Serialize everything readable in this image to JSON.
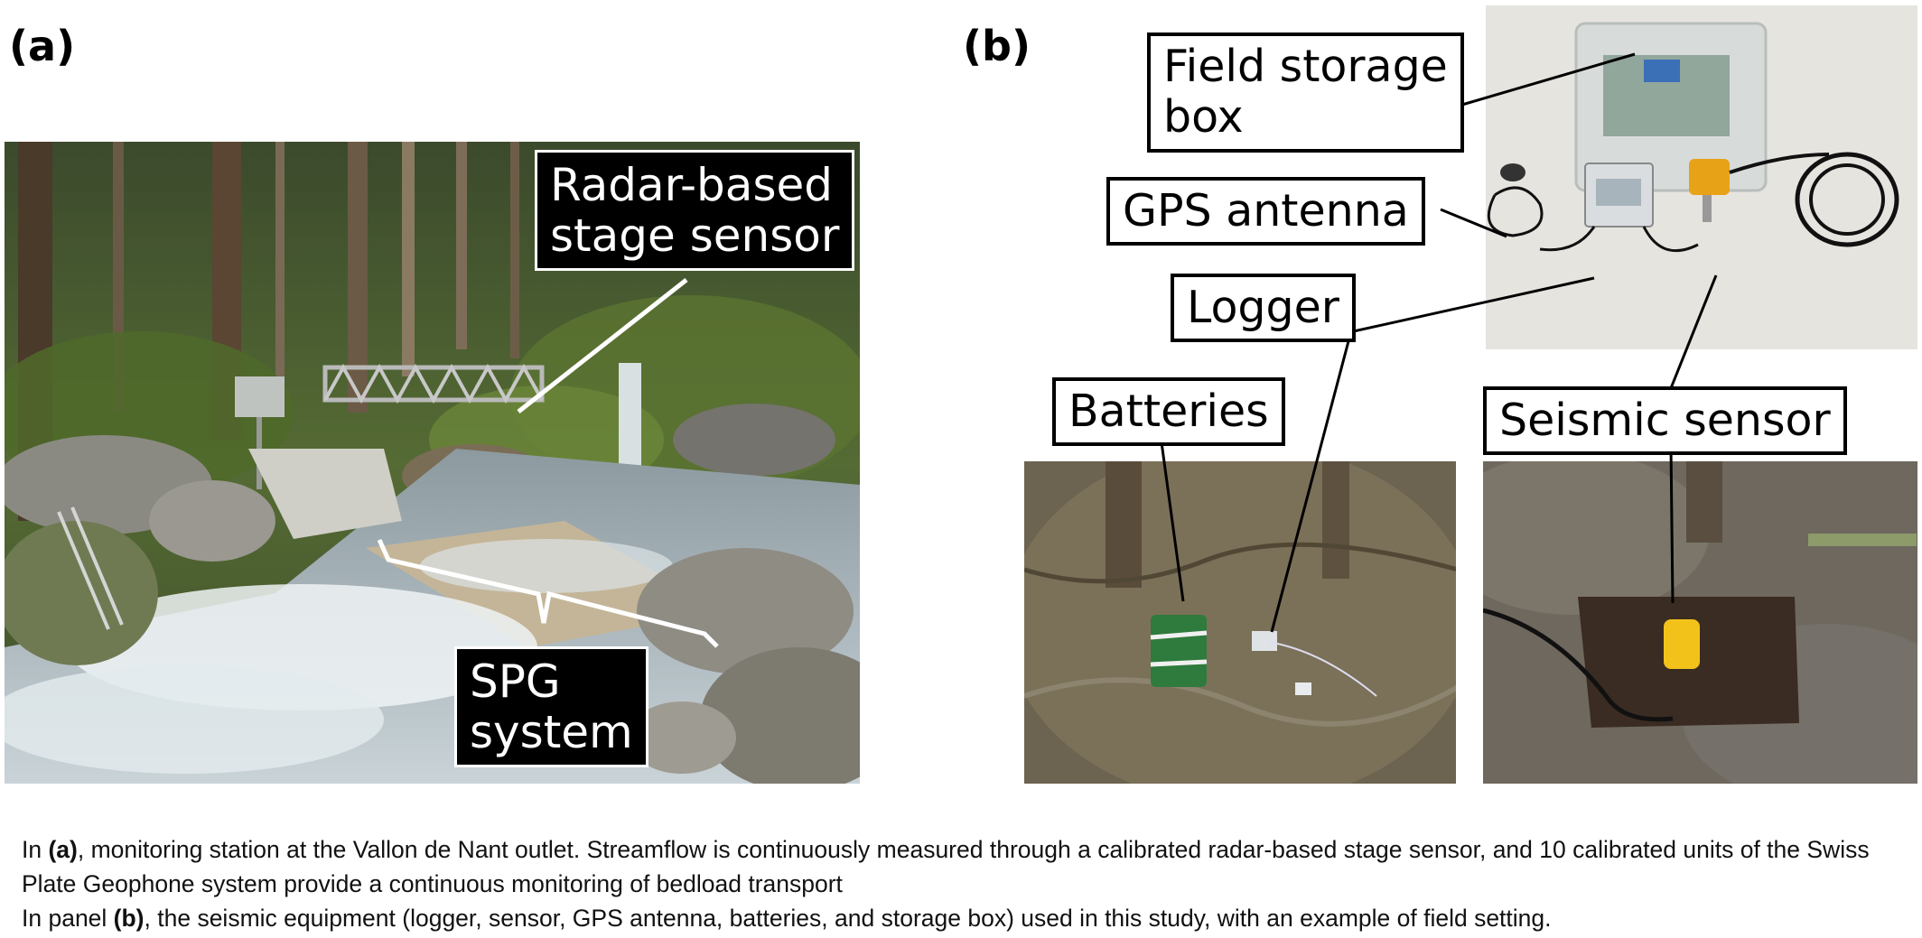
{
  "panel_a": {
    "letter": "(a)",
    "labels": {
      "radar_line1": "Radar-based",
      "radar_line2": "stage sensor",
      "spg_line1": "SPG",
      "spg_line2": "system"
    }
  },
  "panel_b": {
    "letter": "(b)",
    "labels": {
      "storage_line1": "Field storage",
      "storage_line2": "box",
      "gps": "GPS antenna",
      "logger": "Logger",
      "batteries": "Batteries",
      "seismic": "Seismic sensor"
    }
  },
  "caption": {
    "line1_prefix": "In ",
    "line1_bold": "(a)",
    "line1_text": ", monitoring station at the Vallon de Nant outlet. Streamflow is continuously measured through a calibrated radar-based stage sensor, and 10 calibrated units of the Swiss Plate Geophone system provide a continuous monitoring of bedload transport",
    "line2_prefix": "In panel ",
    "line2_bold": "(b)",
    "line2_text": ", the seismic equipment (logger, sensor, GPS antenna, batteries, and storage box) used in this study, with an example of field setting."
  }
}
